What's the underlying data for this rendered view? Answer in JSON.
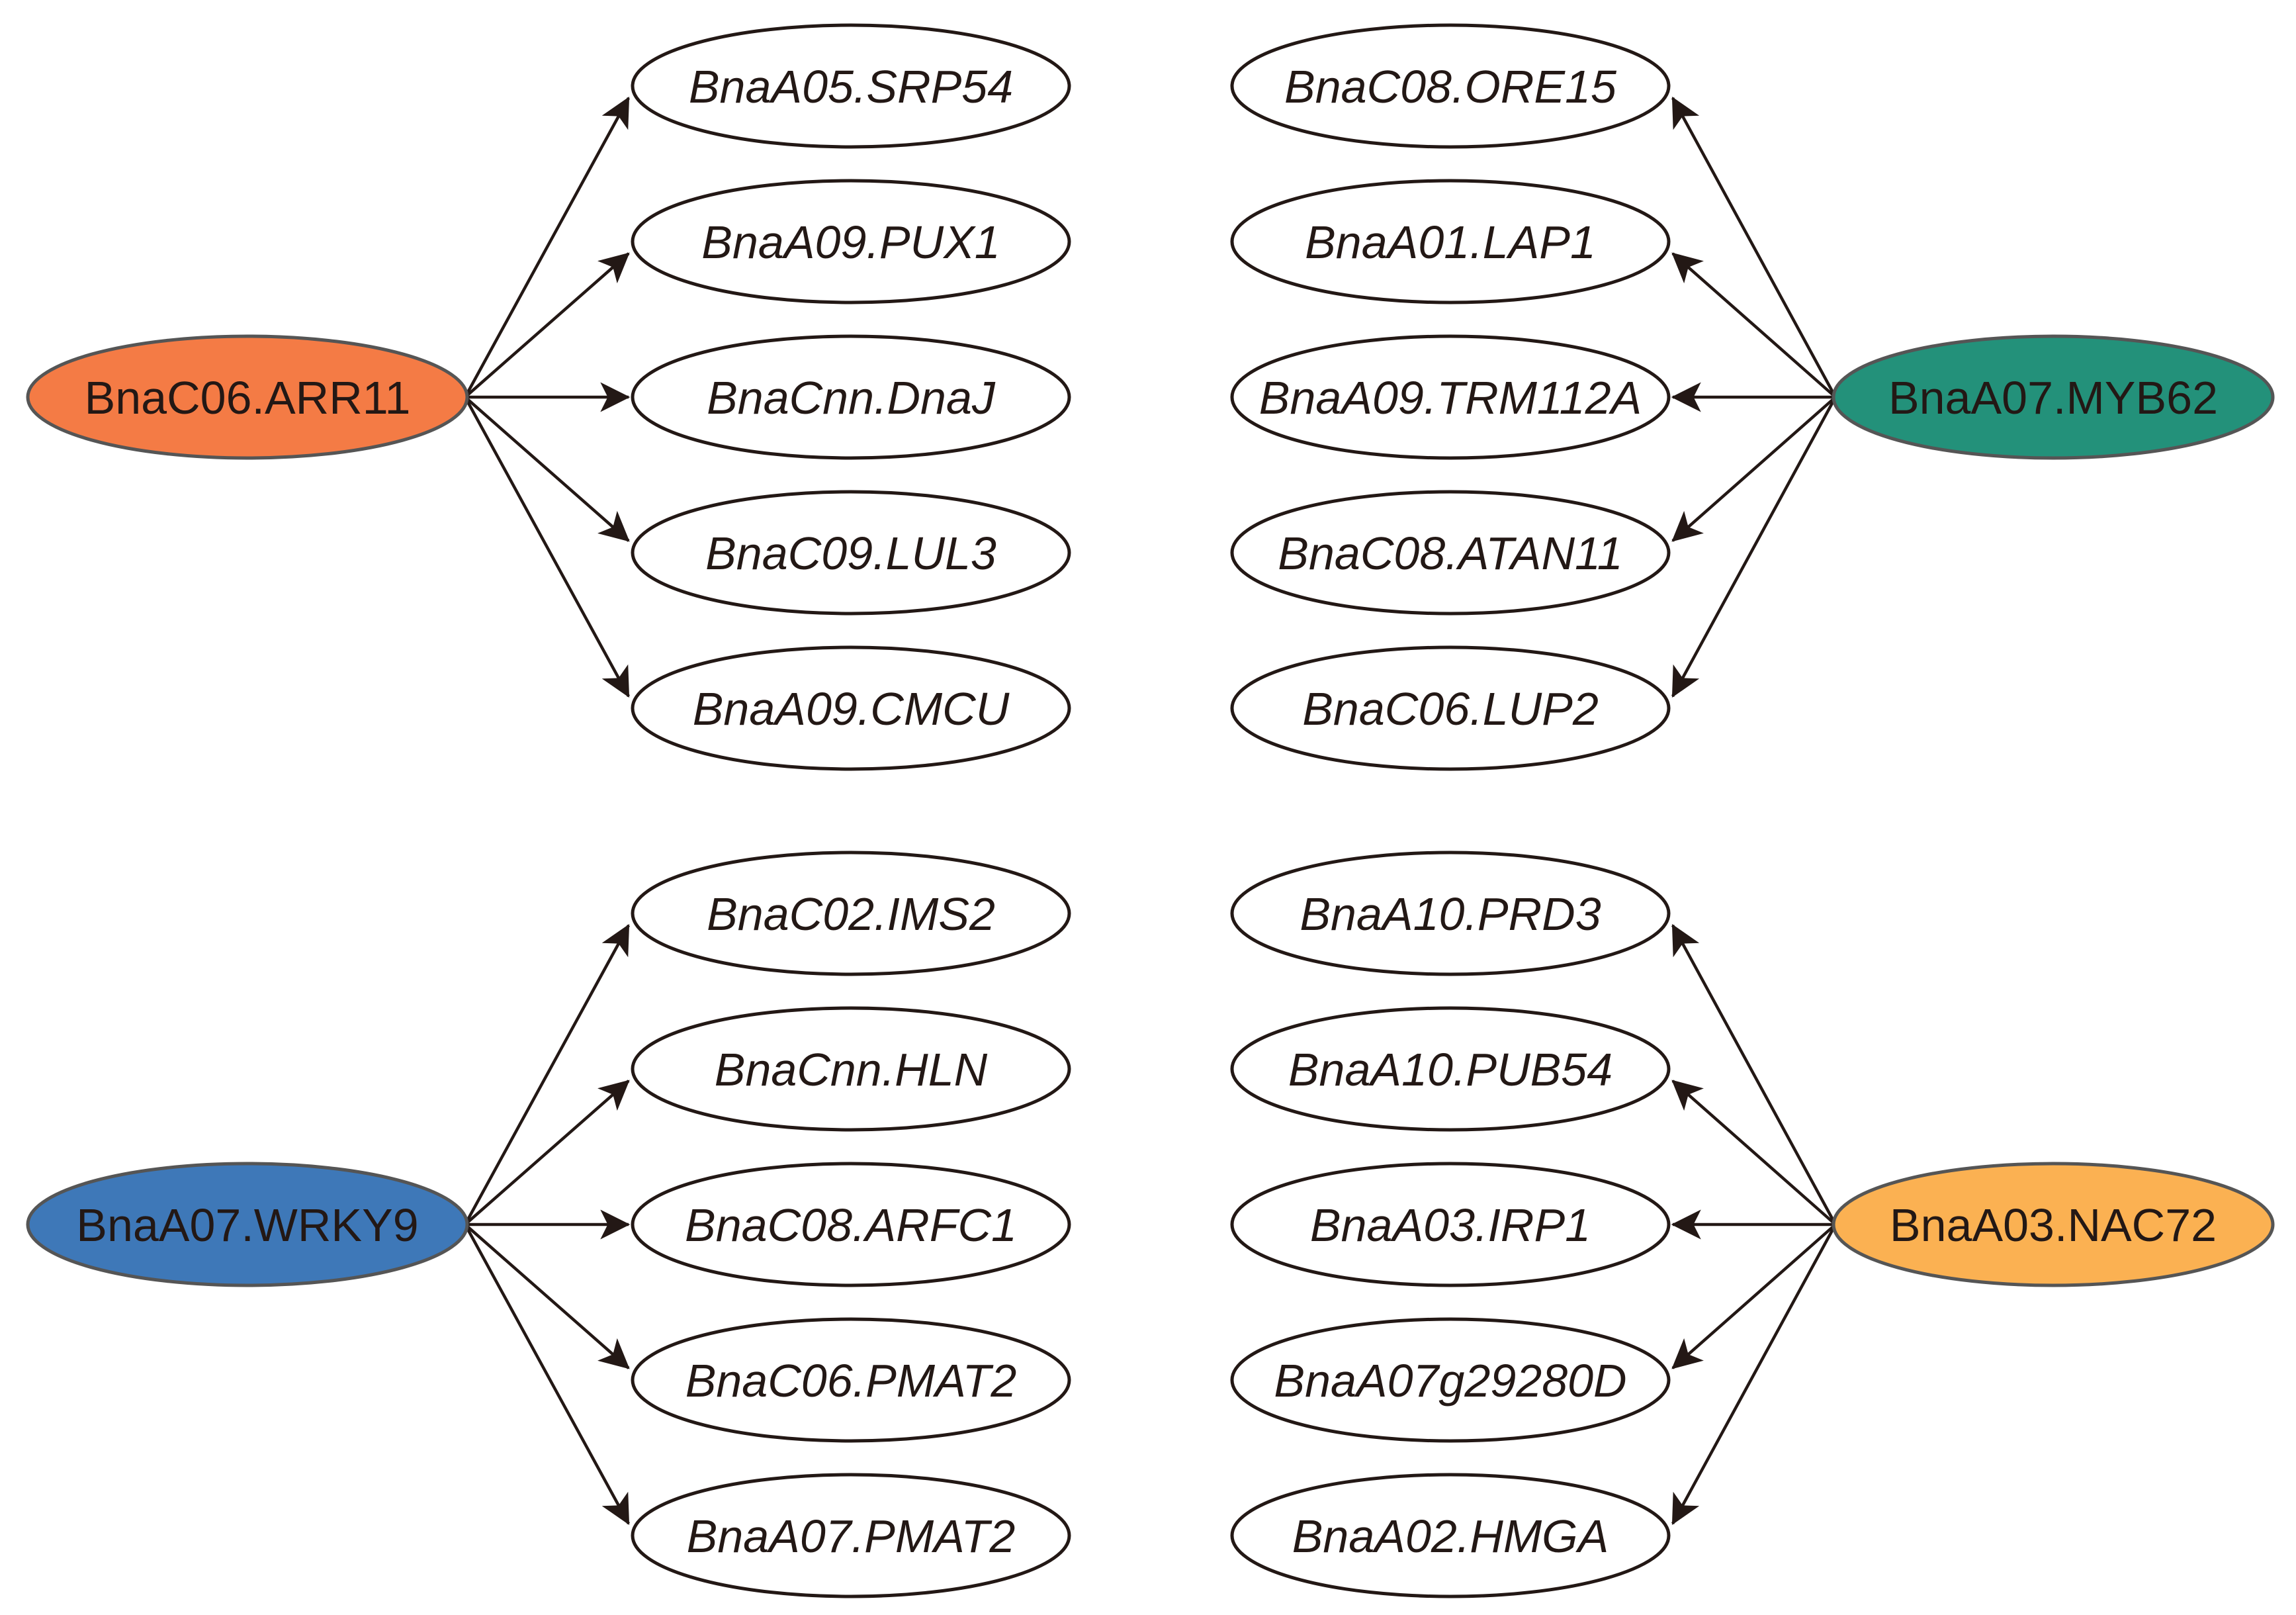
{
  "colors": {
    "edge": "#231815",
    "node_stroke": "#231815",
    "hub_stroke": "#555555",
    "target_fill": "#ffffff",
    "text": "#231815"
  },
  "networks": [
    {
      "direction": "right",
      "hub": {
        "label": "BnaC06.ARR11",
        "color": "#F47B45"
      },
      "targets": [
        "BnaA05.SRP54",
        "BnaA09.PUX1",
        "BnaCnn.DnaJ",
        "BnaC09.LUL3",
        "BnaA09.CMCU"
      ]
    },
    {
      "direction": "left",
      "hub": {
        "label": "BnaA07.MYB62",
        "color": "#23917A"
      },
      "targets": [
        "BnaC08.ORE15",
        "BnaA01.LAP1",
        "BnaA09.TRM112A",
        "BnaC08.ATAN11",
        "BnaC06.LUP2"
      ]
    },
    {
      "direction": "right",
      "hub": {
        "label": "BnaA07.WRKY9",
        "color": "#3E78B8"
      },
      "targets": [
        "BnaC02.IMS2",
        "BnaCnn.HLN",
        "BnaC08.ARFC1",
        "BnaC06.PMAT2",
        "BnaA07.PMAT2"
      ]
    },
    {
      "direction": "left",
      "hub": {
        "label": "BnaA03.NAC72",
        "color": "#FBB152"
      },
      "targets": [
        "BnaA10.PRD3",
        "BnaA10.PUB54",
        "BnaA03.IRP1",
        "BnaA07g29280D",
        "BnaA02.HMGA"
      ]
    }
  ]
}
